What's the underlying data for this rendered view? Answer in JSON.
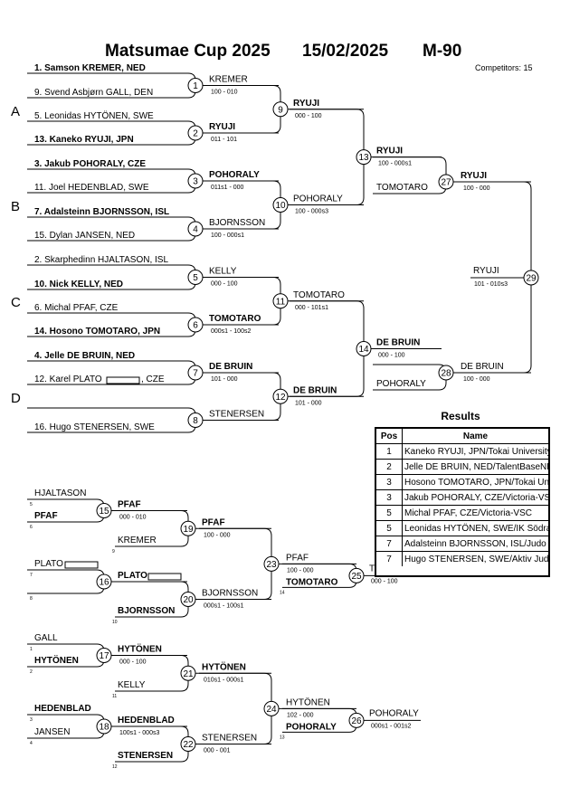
{
  "header": {
    "title": "Matsumae Cup 2025",
    "date": "15/02/2025",
    "category": "M-90",
    "competitors": "Competitors: 15"
  },
  "pools": [
    "A",
    "B",
    "C",
    "D"
  ],
  "main_bracket": {
    "entries": [
      {
        "label": "1. Samson KREMER, NED",
        "bold": true
      },
      {
        "label": "9. Svend Asbjørn GALL, DEN",
        "bold": false
      },
      {
        "label": "5. Leonidas HYTÖNEN, SWE",
        "bold": false
      },
      {
        "label": "13. Kaneko RYUJI, JPN",
        "bold": true
      },
      {
        "label": "3. Jakub POHORALY, CZE",
        "bold": true
      },
      {
        "label": "11. Joel HEDENBLAD, SWE",
        "bold": false
      },
      {
        "label": "7. Adalsteinn BJORNSSON, ISL",
        "bold": true
      },
      {
        "label": "15. Dylan JANSEN, NED",
        "bold": false
      },
      {
        "label": "2. Skarphedinn HJALTASON, ISL",
        "bold": false
      },
      {
        "label": "10. Nick KELLY, NED",
        "bold": true
      },
      {
        "label": "6. Michal PFAF, CZE",
        "bold": false
      },
      {
        "label": "14. Hosono TOMOTARO, JPN",
        "bold": true
      },
      {
        "label": "4. Jelle DE BRUIN, NED",
        "bold": true
      },
      {
        "label": "12. Karel PLATO",
        "suffix": ", CZE",
        "bold": false
      },
      {
        "label": "",
        "bold": false
      },
      {
        "label": "16. Hugo STENERSEN, SWE",
        "bold": false
      }
    ],
    "r1": [
      {
        "num": "1",
        "winner": "KREMER",
        "bold": false,
        "score": "100 - 010"
      },
      {
        "num": "2",
        "winner": "RYUJI",
        "bold": true,
        "score": "011 - 101"
      },
      {
        "num": "3",
        "winner": "POHORALY",
        "bold": true,
        "score": "011s1 - 000"
      },
      {
        "num": "4",
        "winner": "BJORNSSON",
        "bold": false,
        "score": "100 - 000s1"
      },
      {
        "num": "5",
        "winner": "KELLY",
        "bold": false,
        "score": "000 - 100"
      },
      {
        "num": "6",
        "winner": "TOMOTARO",
        "bold": true,
        "score": "000s1 - 100s2"
      },
      {
        "num": "7",
        "winner": "DE BRUIN",
        "bold": true,
        "score": "101 - 000"
      },
      {
        "num": "8",
        "winner": "STENERSEN",
        "bold": false,
        "score": ""
      }
    ],
    "r2": [
      {
        "num": "9",
        "winner": "RYUJI",
        "bold": true,
        "score": "000 - 100"
      },
      {
        "num": "10",
        "winner": "POHORALY",
        "bold": false,
        "score": "100 - 000s3"
      },
      {
        "num": "11",
        "winner": "TOMOTARO",
        "bold": false,
        "score": "000 - 101s1"
      },
      {
        "num": "12",
        "winner": "DE BRUIN",
        "bold": true,
        "score": "101 - 000"
      }
    ],
    "r3": [
      {
        "num": "13",
        "winner": "RYUJI",
        "bold": true,
        "score": "100 - 000s1"
      },
      {
        "num": "14",
        "winner": "DE BRUIN",
        "bold": true,
        "score": "000 - 100"
      }
    ],
    "r3_losers": [
      "TOMOTARO",
      "POHORALY"
    ],
    "semis": [
      {
        "num": "27",
        "winner": "RYUJI",
        "bold": true,
        "score": "100 - 000"
      },
      {
        "num": "28",
        "winner": "DE BRUIN",
        "bold": false,
        "score": "100 - 000"
      }
    ],
    "final": {
      "num": "29",
      "winner": "RYUJI",
      "score": "101 - 010s3"
    }
  },
  "repechage": {
    "top": {
      "matches": [
        {
          "num": "15",
          "a": "HJALTASON",
          "a_bold": false,
          "a_num": "5",
          "b": "PFAF",
          "b_bold": true,
          "b_num": "6",
          "winner": "PFAF",
          "score": "000 - 010"
        },
        {
          "num": "16",
          "a": "PLATO",
          "a_bold": false,
          "a_num": "7",
          "b": "",
          "b_bold": false,
          "b_num": "8",
          "winner": "PLATO",
          "score": ""
        },
        {
          "num": "19",
          "winner": "PFAF",
          "score": "100 - 000",
          "loser": "KREMER",
          "loser_num": "9"
        },
        {
          "num": "20",
          "winner": "BJORNSSON",
          "score": "000s1 - 100s1",
          "loser": "BJORNSSON",
          "loser_num": "10"
        },
        {
          "num": "23",
          "winner": "PFAF",
          "score": "100 - 000",
          "loser": "TOMOTARO",
          "loser_num": "14"
        },
        {
          "num": "25",
          "winner": "TOMOTARO",
          "score": "000 - 100"
        }
      ]
    },
    "bottom": {
      "matches": [
        {
          "num": "17",
          "a": "GALL",
          "a_bold": false,
          "a_num": "1",
          "b": "HYTÖNEN",
          "b_bold": true,
          "b_num": "2",
          "winner": "HYTÖNEN",
          "score": "000 - 100"
        },
        {
          "num": "18",
          "a": "HEDENBLAD",
          "a_bold": true,
          "a_num": "3",
          "b": "JANSEN",
          "b_bold": false,
          "b_num": "4",
          "winner": "HEDENBLAD",
          "score": "100s1 - 000s3"
        },
        {
          "num": "21",
          "winner": "HYTÖNEN",
          "score": "010s1 - 000s1",
          "loser": "KELLY",
          "loser_num": "11"
        },
        {
          "num": "22",
          "winner": "STENERSEN",
          "score": "000 - 001",
          "loser": "STENERSEN",
          "loser_num": "12"
        },
        {
          "num": "24",
          "winner": "HYTÖNEN",
          "score": "102 - 000",
          "loser": "POHORALY",
          "loser_num": "13"
        },
        {
          "num": "26",
          "winner": "POHORALY",
          "score": "000s1 - 001s2"
        }
      ]
    }
  },
  "results": {
    "title": "Results",
    "col_pos": "Pos",
    "col_name": "Name",
    "rows": [
      {
        "pos": "1",
        "name": "Kaneko RYUJI, JPN/Tokai University"
      },
      {
        "pos": "2",
        "name": "Jelle DE BRUIN, NED/TalentBaseNL"
      },
      {
        "pos": "3",
        "name": "Hosono TOMOTARO, JPN/Tokai University"
      },
      {
        "pos": "3",
        "name": "Jakub POHORALY, CZE/Victoria-VSC"
      },
      {
        "pos": "5",
        "name": "Michal PFAF, CZE/Victoria-VSC"
      },
      {
        "pos": "5",
        "name": "Leonidas HYTÖNEN, SWE/IK Södra"
      },
      {
        "pos": "7",
        "name": "Adalsteinn BJORNSSON, ISL/Judo Felag"
      },
      {
        "pos": "7",
        "name": "Hugo STENERSEN, SWE/Aktiv Judo"
      }
    ]
  }
}
